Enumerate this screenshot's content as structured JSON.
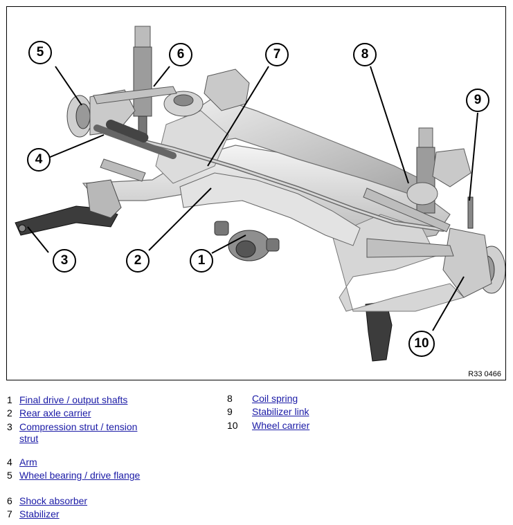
{
  "figure": {
    "id": "R33 0466",
    "callouts": [
      {
        "n": "1"
      },
      {
        "n": "2"
      },
      {
        "n": "3"
      },
      {
        "n": "4"
      },
      {
        "n": "5"
      },
      {
        "n": "6"
      },
      {
        "n": "7"
      },
      {
        "n": "8"
      },
      {
        "n": "9"
      },
      {
        "n": "10"
      }
    ]
  },
  "legend": [
    {
      "num": "1",
      "label": "Final drive / output shafts"
    },
    {
      "num": "2",
      "label": "Rear axle carrier"
    },
    {
      "num": "3",
      "label": "Compression strut / tension strut"
    },
    {
      "num": "4",
      "label": "Arm"
    },
    {
      "num": "5",
      "label": "Wheel bearing / drive flange"
    },
    {
      "num": "6",
      "label": "Shock absorber"
    },
    {
      "num": "7",
      "label": "Stabilizer"
    },
    {
      "num": "8",
      "label": "Coil spring"
    },
    {
      "num": "9",
      "label": "Stabilizer link"
    },
    {
      "num": "10",
      "label": "Wheel carrier"
    }
  ],
  "colors": {
    "link": "#1a1aa6",
    "part_fill": "#e6e6e6",
    "part_shade": "#9a9a9a",
    "dark_part": "#3c3c3c"
  }
}
